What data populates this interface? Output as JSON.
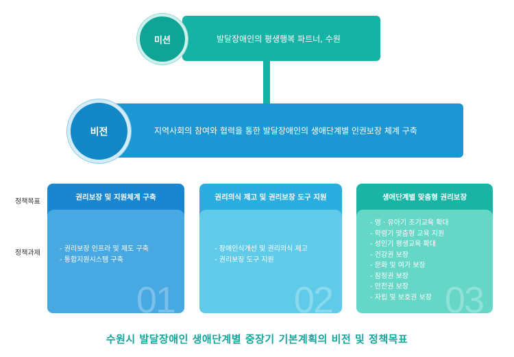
{
  "mission": {
    "label": "미션",
    "text": "발달장애인의 평생행복 파트너, 수원"
  },
  "vision": {
    "label": "비전",
    "text": "지역사회의 참여와 협력을 통한 발달장애인의 생애단계별 인권보장 체계 구축"
  },
  "row_labels": {
    "goal": "정책목표",
    "task": "정책과제"
  },
  "columns": [
    {
      "title": "권리보장 및 지원체계 구축",
      "number": "01",
      "items": [
        "권리보장 인프라 및 제도 구축",
        "통합지원시스템 구축"
      ]
    },
    {
      "title": "권리의식 제고 및 권리보장 도구 지원",
      "number": "02",
      "items": [
        "장애인식개선 및 권리의식 제고",
        "권리보장 도구 지원"
      ]
    },
    {
      "title": "생애단계별 맞춤형 권리보장",
      "number": "03",
      "items": [
        "영 · 유아기 조기교육 확대",
        "학령기 맞춤형 교육 지원",
        "성인기 평생교육 확대",
        "건강권 보장",
        "문화 및 여가 보장",
        "참정권 보장",
        "안전권 보장",
        "자립 및 보호권 보장"
      ]
    }
  ],
  "caption": "수원시 발달장애인 생애단계별 중장기 기본계획의 비전 및 정책목표",
  "colors": {
    "mission": "#16b3a4",
    "vision": "#1d97d4",
    "column1": "#1a86d0",
    "column2": "#2aaee0",
    "column3": "#19b4a4",
    "caption": "#13a59b"
  }
}
